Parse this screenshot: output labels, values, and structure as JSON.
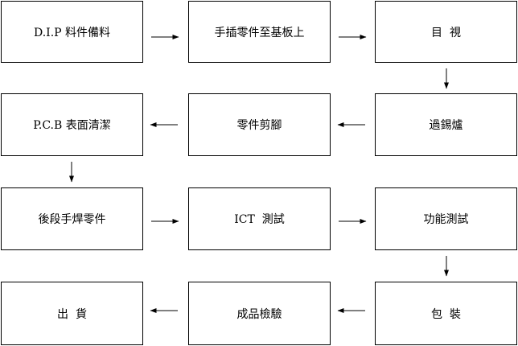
{
  "flow": {
    "steps": [
      "D.I.P 料件備料",
      "手插零件至基板上",
      "目  視",
      "過錫爐",
      "零件剪腳",
      "P.C.B 表面清潔",
      "後段手焊零件",
      "ICT  測試",
      "功能測試",
      "包  裝",
      "成品檢驗",
      "出  貨"
    ]
  }
}
